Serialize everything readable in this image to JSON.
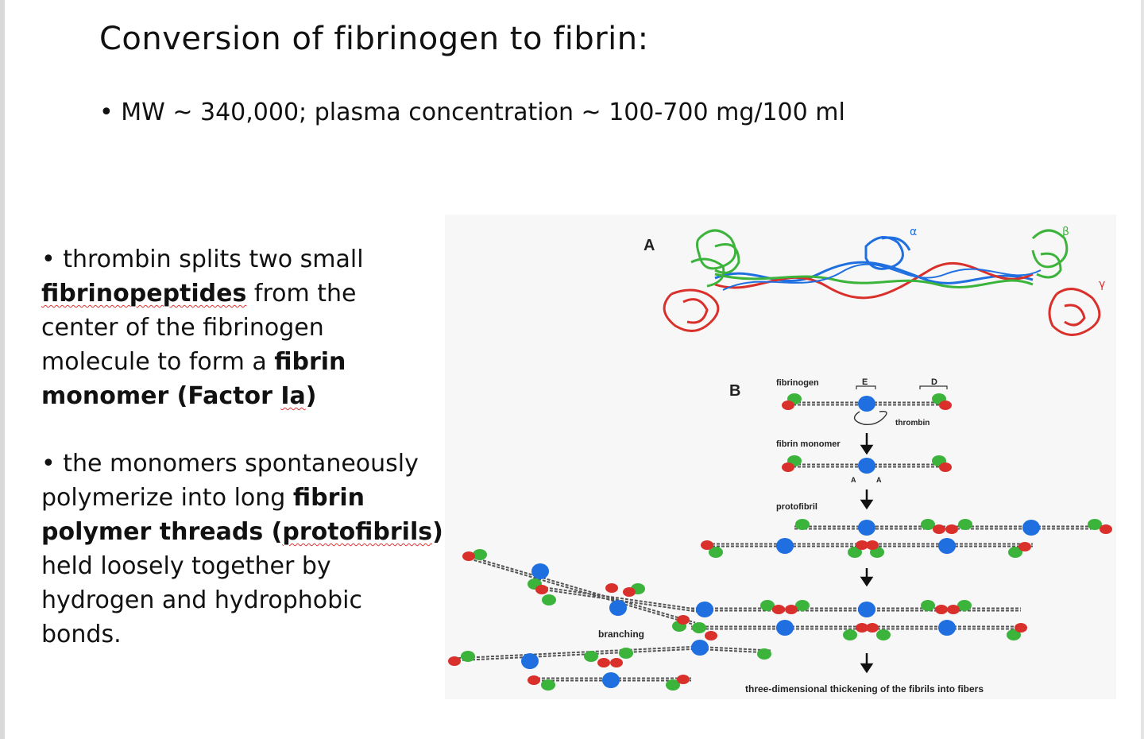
{
  "slide": {
    "title": "Conversion of fibrinogen to fibrin:",
    "bullet_mw": "• MW ~ 340,000; plasma concentration ~ 100-700 mg/100 ml",
    "para1": {
      "l1": "• thrombin splits two small",
      "l2a": "fibrinopeptides",
      "l2b": " from the",
      "l3": "center of the fibrinogen",
      "l4a": "molecule to form a ",
      "l4b": "fibrin",
      "l5a": "monomer (Factor ",
      "l5b": "Ia",
      "l5c": ")"
    },
    "para2": {
      "l1": "• the monomers spontaneously",
      "l2a": "polymerize into long ",
      "l2b": "fibrin",
      "l3a": "polymer threads (",
      "l3b": "protofibrils",
      "l3c": ")",
      "l4": "held loosely together by",
      "l5": "hydrogen and hydrophobic",
      "l6": "bonds."
    }
  },
  "figure": {
    "panel_a": {
      "label": "A",
      "greek_alpha": "α",
      "greek_beta": "β",
      "greek_gamma": "γ"
    },
    "panel_b": {
      "label": "B",
      "fibrinogen": "fibrinogen",
      "domain_e": "E",
      "domain_d": "D",
      "thrombin": "thrombin",
      "fibrin_monomer": "fibrin monomer",
      "site_a_left": "A",
      "site_a_right": "A",
      "protofibril": "protofibril",
      "branching": "branching",
      "caption": "three-dimensional thickening of the fibrils into fibers"
    },
    "colors": {
      "red": "#d9302c",
      "green": "#3cb43c",
      "blue": "#1f6fe0",
      "strand": "#555555"
    }
  }
}
